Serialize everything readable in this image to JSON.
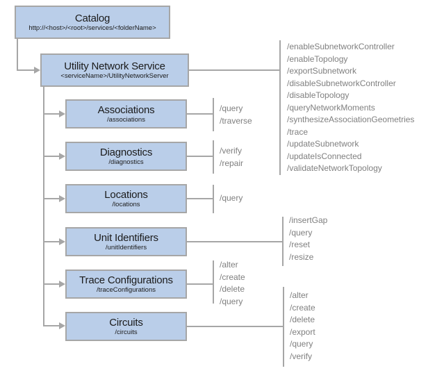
{
  "colors": {
    "box_fill": "#bacee9",
    "box_border": "#a6a6a6",
    "connector": "#a6a6a6",
    "title_text": "#1b1b1b",
    "operation_text": "#7f7f7f"
  },
  "catalog": {
    "title": "Catalog",
    "subtitle": "http://<host>/<root>/services/<folderName>"
  },
  "service": {
    "title": "Utility Network Service",
    "subtitle": "<serviceName>/UtilityNetworkServer",
    "operations": [
      "/enableSubnetworkController",
      "/enableTopology",
      "/exportSubnetwork",
      "/disableSubnetworkController",
      "/disableTopology",
      "/queryNetworkMoments",
      "/synthesizeAssociationGeometries",
      "/trace",
      "/updateSubnetwork",
      "/updateIsConnected",
      "/validateNetworkTopology"
    ]
  },
  "resources": [
    {
      "title": "Associations",
      "subtitle": "/associations",
      "operations": [
        "/query",
        "/traverse"
      ]
    },
    {
      "title": "Diagnostics",
      "subtitle": "/diagnostics",
      "operations": [
        "/verify",
        "/repair"
      ]
    },
    {
      "title": "Locations",
      "subtitle": "/locations",
      "operations": [
        "/query"
      ]
    },
    {
      "title": "Unit Identifiers",
      "subtitle": "/unitIdentifiers",
      "operations": [
        "/insertGap",
        "/query",
        "/reset",
        "/resize"
      ]
    },
    {
      "title": "Trace Configurations",
      "subtitle": "/traceConfigurations",
      "operations": [
        "/alter",
        "/create",
        "/delete",
        "/query"
      ]
    },
    {
      "title": "Circuits",
      "subtitle": "/circuits",
      "operations": [
        "/alter",
        "/create",
        "/delete",
        "/export",
        "/query",
        "/verify"
      ]
    }
  ]
}
